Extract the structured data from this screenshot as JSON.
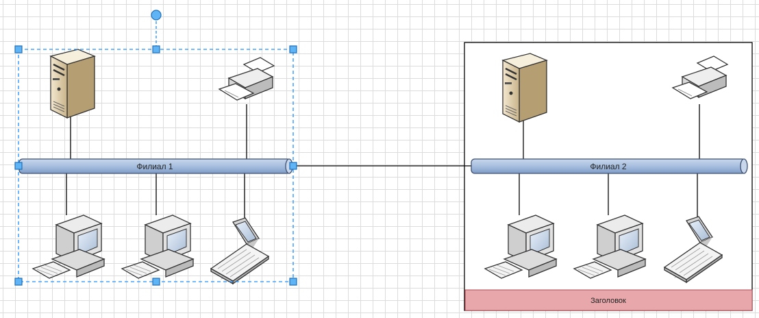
{
  "diagram": {
    "group1": {
      "bus_label": "Филиал 1"
    },
    "group2": {
      "bus_label": "Филиал 2",
      "footer_label": "Заголовок"
    }
  },
  "colors": {
    "grid": "#dcdcdc",
    "bus_fill": "#a7bfdf",
    "bus_stroke": "#3c4f6f",
    "selection": "#1e90ff",
    "footer_fill": "#e8a7aa",
    "frame": "#000000"
  }
}
